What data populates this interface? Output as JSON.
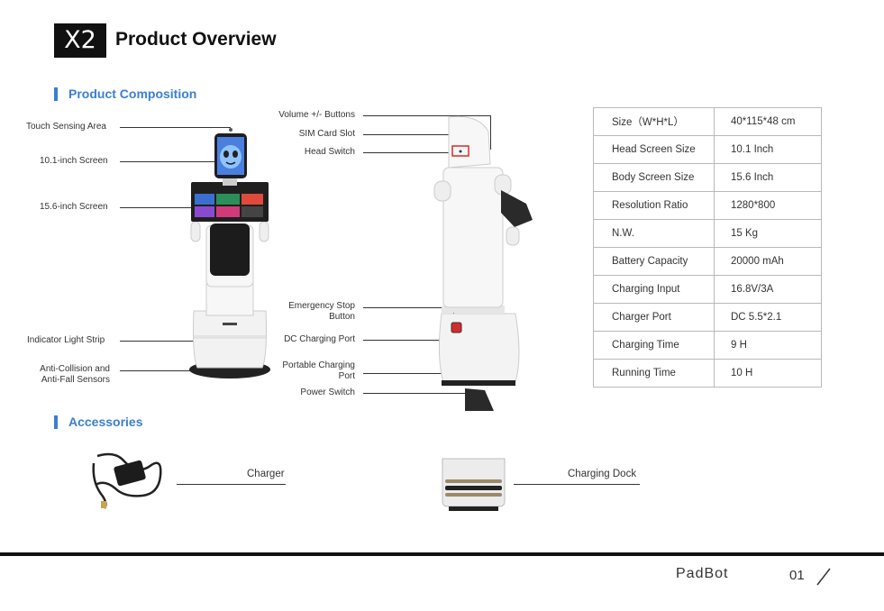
{
  "header": {
    "badge": "X2",
    "title": "Product Overview"
  },
  "sections": {
    "composition": "Product Composition",
    "accessories": "Accessories"
  },
  "left_callouts": {
    "touch": "Touch Sensing Area",
    "head_screen": "10.1-inch Screen",
    "body_screen": "15.6-inch Screen",
    "light_strip": "Indicator Light Strip",
    "anti_collision_1": "Anti-Collision and",
    "anti_collision_2": "Anti-Fall  Sensors"
  },
  "middle_callouts": {
    "volume": "Volume +/- Buttons",
    "sim": "SIM Card Slot",
    "head_switch": "Head Switch",
    "estop_1": "Emergency Stop",
    "estop_2": "Button",
    "dc_port": "DC Charging Port",
    "portable_1": "Portable Charging",
    "portable_2": "Port",
    "power": "Power Switch"
  },
  "specs": [
    {
      "key": "Size（W*H*L）",
      "value": "40*115*48 cm"
    },
    {
      "key": "Head Screen Size",
      "value": "10.1 Inch"
    },
    {
      "key": "Body Screen Size",
      "value": "15.6 Inch"
    },
    {
      "key": "Resolution Ratio",
      "value": "1280*800"
    },
    {
      "key": "N.W.",
      "value": "15 Kg"
    },
    {
      "key": "Battery Capacity",
      "value": "20000 mAh"
    },
    {
      "key": "Charging Input",
      "value": "16.8V/3A"
    },
    {
      "key": "Charger Port",
      "value": "DC 5.5*2.1"
    },
    {
      "key": "Charging Time",
      "value": "9 H"
    },
    {
      "key": "Running Time",
      "value": "10 H"
    }
  ],
  "accessories": {
    "charger": "Charger",
    "dock": "Charging Dock"
  },
  "footer": {
    "brand": "PadBot",
    "page": "01"
  },
  "colors": {
    "accent": "#3a7fd0",
    "dark": "#111111"
  }
}
